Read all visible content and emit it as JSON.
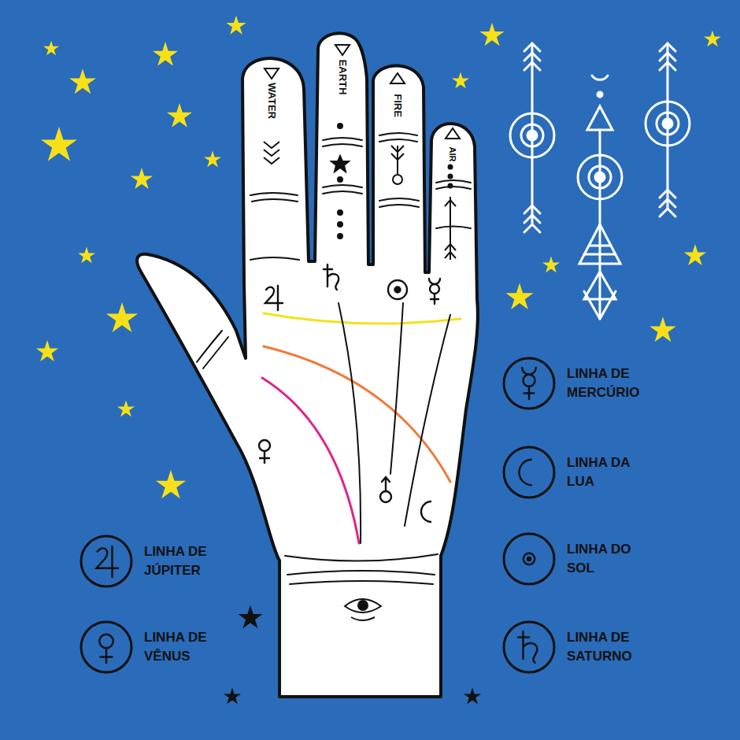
{
  "diagram": {
    "labels": [
      "WATER",
      "EARTH",
      "FIRE",
      "AIR"
    ],
    "legend": [
      {
        "text": "LINHA DE JÚPITER"
      },
      {
        "text": "LINHA DE VÊNUS"
      },
      {
        "text": "LINHA DE MERCÚRIO"
      },
      {
        "text": "LINHA DA LUA"
      },
      {
        "text": "LINHA DO SOL"
      },
      {
        "text": "LINHA DE SATURNO"
      }
    ]
  }
}
